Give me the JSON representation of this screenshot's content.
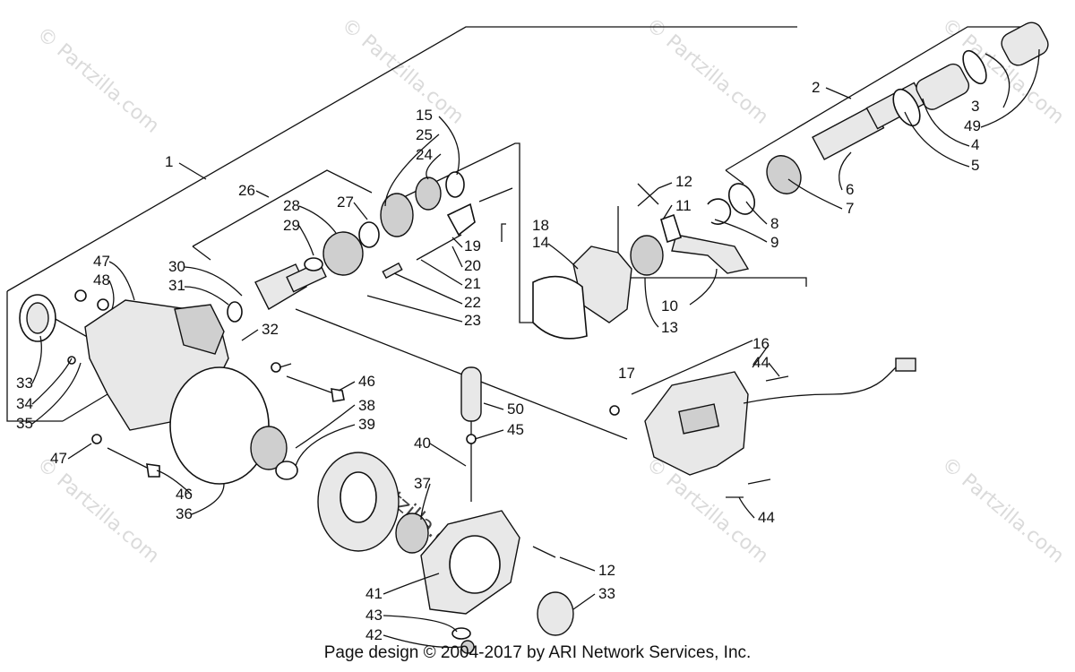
{
  "watermark": "© Partzilla.com",
  "footer": "Page design © 2004-2017 by ARI Network Services, Inc.",
  "callouts": [
    "1",
    "2",
    "3",
    "49",
    "4",
    "5",
    "6",
    "7",
    "8",
    "9",
    "10",
    "11",
    "12",
    "13",
    "14",
    "15",
    "25",
    "24",
    "26",
    "27",
    "28",
    "29",
    "18",
    "19",
    "20",
    "21",
    "22",
    "23",
    "30",
    "31",
    "32",
    "47",
    "48",
    "33",
    "34",
    "35",
    "16",
    "44",
    "17",
    "46",
    "38",
    "39",
    "50",
    "45",
    "40",
    "37",
    "36",
    "12",
    "33",
    "41",
    "43",
    "42",
    "47",
    "46",
    "44"
  ]
}
